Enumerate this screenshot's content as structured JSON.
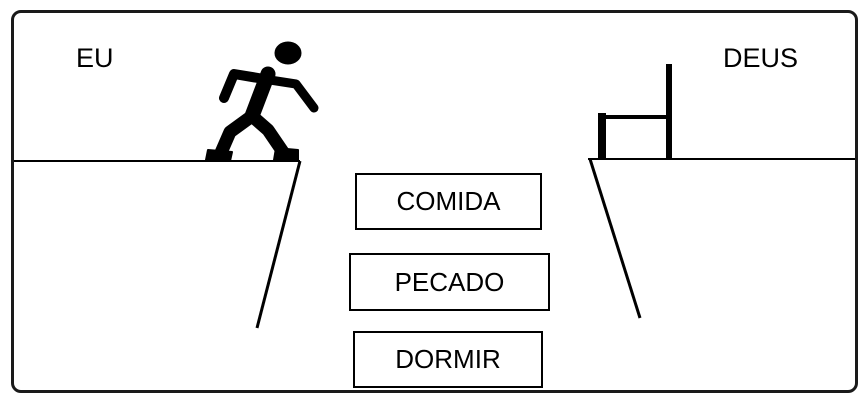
{
  "labels": {
    "left": "EU",
    "right": "DEUS"
  },
  "gap_items": [
    "COMIDA",
    "PECADO",
    "DORMIR"
  ],
  "colors": {
    "ink": "#000000",
    "frame": "#1a1a1a"
  },
  "icons": {
    "person": "walking-person-icon",
    "chair": "chair-icon"
  }
}
